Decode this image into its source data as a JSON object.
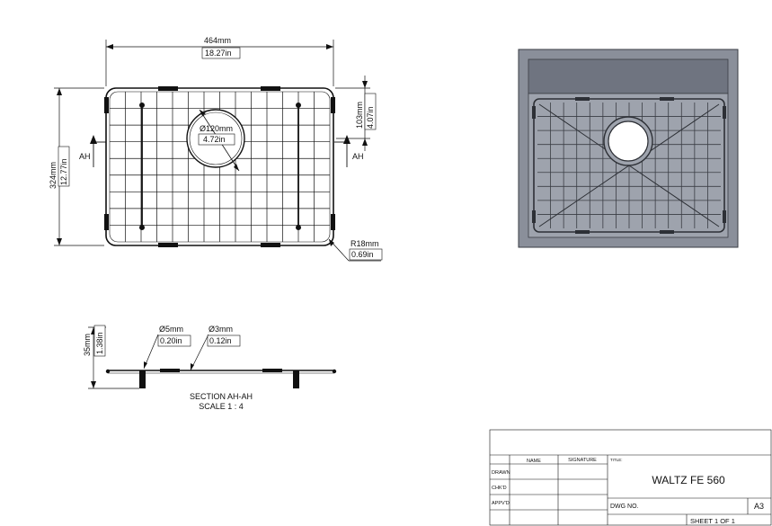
{
  "top_view": {
    "width_mm": "464mm",
    "width_in": "18.27in",
    "height_mm": "324mm",
    "height_in": "12.77in",
    "offset_mm": "103mm",
    "offset_in": "4.07in",
    "hole_dia_mm": "Ø120mm",
    "hole_dia_in": "4.72in",
    "radius_mm": "R18mm",
    "radius_in": "0.69in",
    "section_left": "AH",
    "section_right": "AH"
  },
  "section_view": {
    "height_mm": "35mm",
    "height_in": "1.38in",
    "dia1_mm": "Ø5mm",
    "dia1_in": "0.20in",
    "dia2_mm": "Ø3mm",
    "dia2_in": "0.12in",
    "title": "SECTION AH-AH",
    "scale": "SCALE 1 : 4"
  },
  "title_block": {
    "col_name": "NAME",
    "col_signature": "SIGNATURE",
    "title_label": "TITLE:",
    "title_value": "WALTZ FE 560",
    "row_drawn": "DRAWN",
    "row_chkd": "CHK'D",
    "row_appvd": "APPV'D",
    "dwg_no_label": "DWG NO.",
    "size": "A3",
    "sheet": "SHEET 1 OF 1"
  },
  "colors": {
    "line": "#111111",
    "sink_body": "#8a8f9a",
    "sink_rim": "#6f7480",
    "sink_basin": "#9ea3ad",
    "grid_wire": "#3a3d44"
  }
}
